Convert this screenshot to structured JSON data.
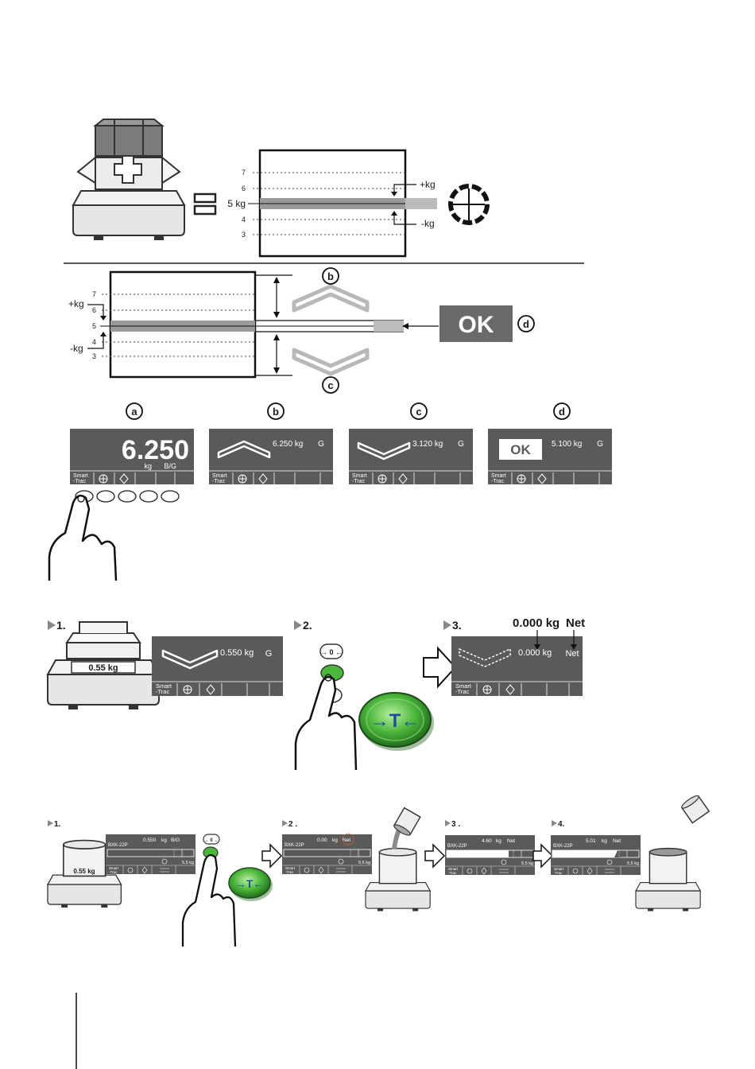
{
  "section1": {
    "tick_labels": [
      "7",
      "6",
      "5 kg",
      "4",
      "3"
    ],
    "plus_label": "+kg",
    "minus_label": "-kg"
  },
  "section2": {
    "tick_labels": [
      "7",
      "6",
      "5",
      "4",
      "3"
    ],
    "plus_label": "+kg",
    "minus_label": "-kg",
    "ok_text": "OK",
    "marker_b": "b",
    "marker_c": "c",
    "marker_d": "d"
  },
  "displays_abcd": {
    "markers": [
      "a",
      "b",
      "c",
      "d"
    ],
    "a": {
      "value": "6.250",
      "unit": "kg",
      "mode": "B/G"
    },
    "b": {
      "value": "6.250 kg",
      "mode": "G"
    },
    "c": {
      "value": "3.120 kg",
      "mode": "G"
    },
    "d": {
      "ok": "OK",
      "value": "5.100 kg",
      "mode": "G"
    },
    "smart_top": "Smart",
    "smart_bottom": "-Trac"
  },
  "tare_procedure": {
    "step1": "1.",
    "step2": "2.",
    "step3": "3.",
    "pan_label": "0.55 kg",
    "display1": {
      "value": "0.550 kg",
      "mode": "G"
    },
    "display3": {
      "value": "0.000 kg",
      "mode": "Net"
    },
    "callout_value": "0.000 kg",
    "callout_mode": "Net",
    "zero_key": "→ 0 ←",
    "tare_key": "→T←"
  },
  "fill_procedure": {
    "step1": "1.",
    "step2": "2 .",
    "step3": "3 .",
    "step4": "4.",
    "model": "BXK-22P",
    "can_label": "0.55 kg",
    "target": "5.5 kg",
    "d1": {
      "value": "0.550",
      "unit": "kg",
      "mode": "B/G"
    },
    "d2": {
      "value": "0.00",
      "unit": "kg",
      "mode": "Net"
    },
    "d3": {
      "value": "4.60",
      "unit": "kg",
      "mode": "Net"
    },
    "d4": {
      "value": "5.01",
      "unit": "kg",
      "mode": "Net"
    },
    "zero_key": "→ 0 ←",
    "tare_key": "→T←"
  },
  "colors": {
    "lcd": "#5a5a5a",
    "lcd_dark": "#3a3a3a",
    "target_band": "#9a9a9a",
    "ok_box": "#6a6a6a",
    "tare_green": "#3fa33a",
    "tare_blue": "#1f4e9c",
    "net_highlight": "#e0642a"
  }
}
